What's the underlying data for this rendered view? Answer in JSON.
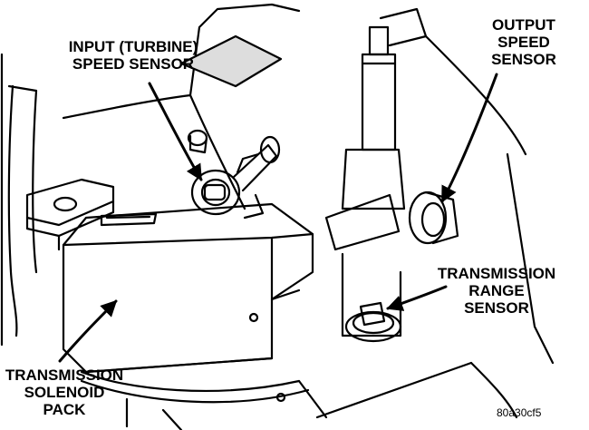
{
  "labels": {
    "input_speed_sensor": [
      "INPUT (TURBINE)",
      "SPEED SENSOR"
    ],
    "output_speed_sensor": [
      "OUTPUT",
      "SPEED",
      "SENSOR"
    ],
    "transmission_range_sensor": [
      "TRANSMISSION",
      "RANGE",
      "SENSOR"
    ],
    "transmission_solenoid_pack": [
      "TRANSMISSION",
      "SOLENOID",
      "PACK"
    ]
  },
  "figure_code": "80a30cf5"
}
